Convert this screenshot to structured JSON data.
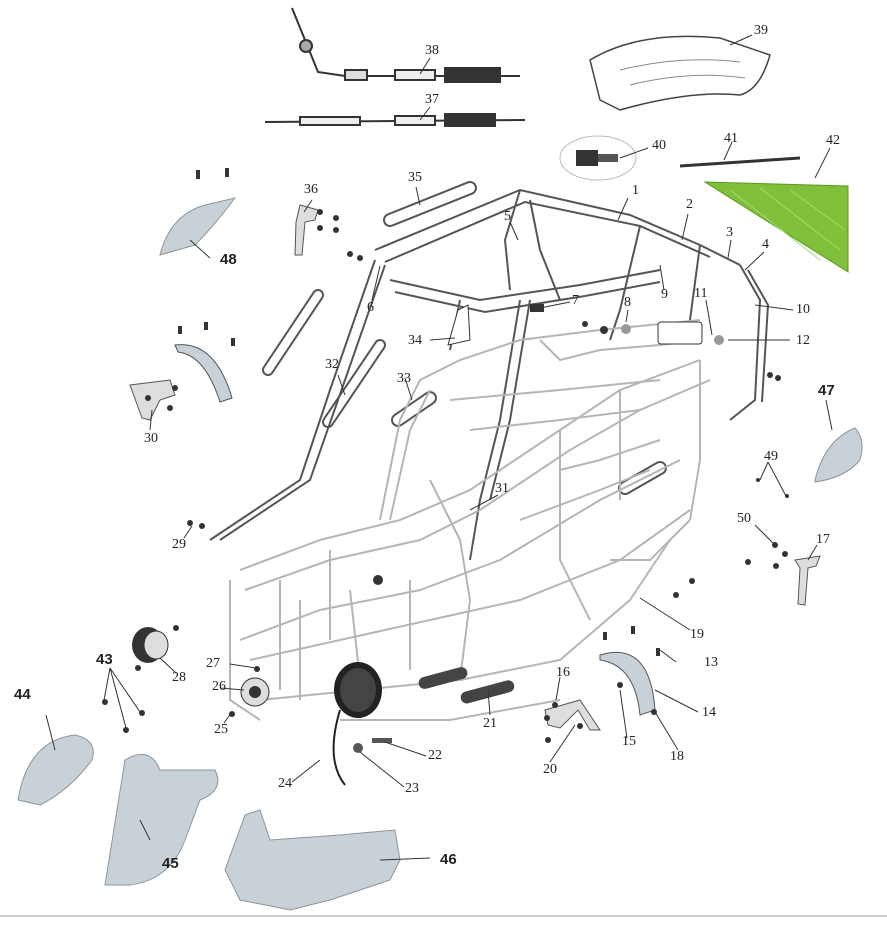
{
  "colors": {
    "line": "#555555",
    "frame": "#b5b5b5",
    "part": "#c9d1d8",
    "dark": "#222222",
    "green": "#7fbf3a"
  },
  "labels": [
    "1",
    "2",
    "3",
    "4",
    "5",
    "6",
    "7",
    "8",
    "9",
    "10",
    "11",
    "12",
    "13",
    "14",
    "15",
    "16",
    "17",
    "18",
    "19",
    "20",
    "21",
    "22",
    "23",
    "24",
    "25",
    "26",
    "27",
    "28",
    "29",
    "30",
    "31",
    "32",
    "33",
    "34",
    "35",
    "36",
    "37",
    "38",
    "39",
    "40",
    "41",
    "42",
    "43",
    "44",
    "45",
    "46",
    "47",
    "48",
    "49",
    "50"
  ]
}
